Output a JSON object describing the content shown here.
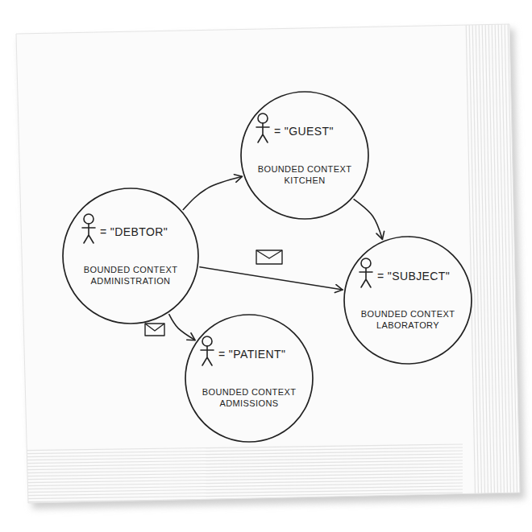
{
  "diagram": {
    "nodes": [
      {
        "text": [
          "= \"GUEST\"",
          "BOUNDED CONTEXT KITCHEN"
        ]
      },
      {
        "text": [
          "= \"DEBTOR\"",
          "BOUNDED CONTEXT ADMINISTRATION"
        ]
      },
      {
        "text": [
          "= \"SUBJECT\"",
          "BOUNDED CONTEXT LABORATORY"
        ]
      },
      {
        "text": [
          "= \"PATIENT\"",
          "BOUNDED CONTEXT ADMISSIONS"
        ]
      }
    ],
    "edges": [
      {
        "from": 1,
        "to": 0,
        "arrow": "to"
      },
      {
        "from": 0,
        "to": 2,
        "arrow": "to"
      },
      {
        "from": 1,
        "to": 2,
        "arrow": "to"
      },
      {
        "from": 1,
        "to": 3,
        "arrow": "to"
      }
    ]
  }
}
